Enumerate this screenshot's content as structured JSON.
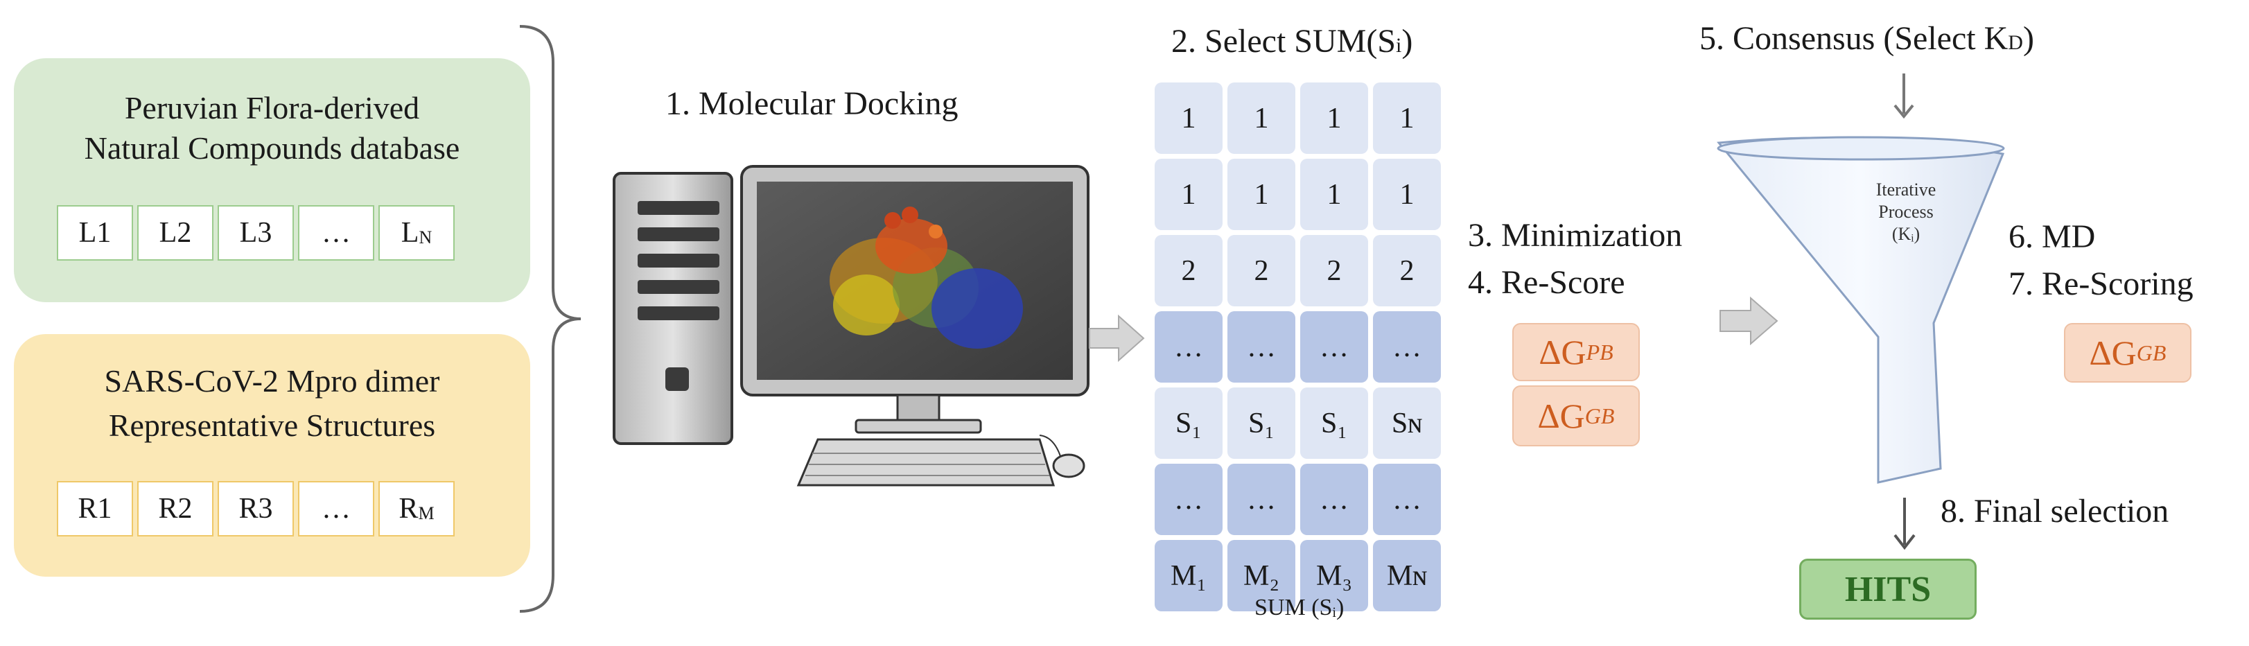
{
  "database_panel": {
    "title_line1": "Peruvian Flora-derived",
    "title_line2": "Natural Compounds database",
    "chips": [
      "L1",
      "L2",
      "L3",
      "…",
      "L"
    ],
    "last_sub": "N"
  },
  "structures_panel": {
    "title_line1": "SARS-CoV-2 Mpro dimer",
    "title_line2": "Representative Structures",
    "chips": [
      "R1",
      "R2",
      "R3",
      "…",
      "R"
    ],
    "last_sub": "M"
  },
  "steps": {
    "docking": "1. Molecular Docking",
    "select_main": "2. Select SUM(S",
    "select_sub": "i",
    "select_end": ")",
    "minimization": "3. Minimization",
    "rescore": "4. Re-Score",
    "consensus_main": "5. Consensus (Select K",
    "consensus_sub": "D",
    "consensus_end": ")",
    "md": "6. MD",
    "rescoring": "7. Re-Scoring",
    "final": "8. Final selection"
  },
  "grid": {
    "rows": [
      [
        "1",
        "1",
        "1",
        "1"
      ],
      [
        "1",
        "1",
        "1",
        "1"
      ],
      [
        "2",
        "2",
        "2",
        "2"
      ],
      [
        "…",
        "…",
        "…",
        "…"
      ],
      [
        "S₁",
        "S₁",
        "S₁",
        "Sɴ"
      ],
      [
        "…",
        "…",
        "…",
        "…"
      ],
      [
        "M₁",
        "M₂",
        "M₃",
        "Mɴ"
      ]
    ],
    "caption": "SUM (Sᵢ)"
  },
  "energy": {
    "pb_main": "ΔG",
    "pb_sub": "PB",
    "gb_main": "ΔG",
    "gb_sub": "GB"
  },
  "funnel": {
    "line1": "Iterative",
    "line2": "Process",
    "line3": "(Kᵢ)"
  },
  "hits": "HITS"
}
